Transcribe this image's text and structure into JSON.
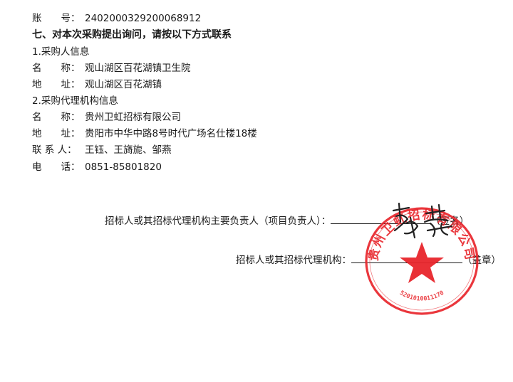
{
  "account": {
    "label": "账　　号：",
    "value": "2402000329200068912"
  },
  "section7": {
    "heading": "七、对本次采购提出询问，请按以下方式联系"
  },
  "purchaser": {
    "title": "1.采购人信息",
    "name_label": "名　　称：",
    "name": "观山湖区百花湖镇卫生院",
    "address_label": "地　　址：",
    "address": "观山湖区百花湖镇"
  },
  "agency": {
    "title": "2.采购代理机构信息",
    "name_label": "名　　称：",
    "name": "贵州卫虹招标有限公司",
    "address_label": "地　　址：",
    "address": "贵阳市中华中路8号时代广场名仕楼18楼",
    "contact_label": "联 系 人：",
    "contact": "王钰、王旖旎、邹燕",
    "phone_label": "电　　话：",
    "phone": "0851-85801820"
  },
  "signoff": {
    "responsible_label": "招标人或其招标代理机构主要负责人（项目负责人）：",
    "responsible_suffix": "（签名）",
    "org_label": "招标人或其招标代理机构：",
    "org_suffix": "（盖章）"
  },
  "seal": {
    "company_text": "贵州卫虹招标有限公司",
    "serial": "5201010011170",
    "color": "#e8252b"
  },
  "colors": {
    "text": "#1a1a1a",
    "seal": "#e8252b"
  }
}
